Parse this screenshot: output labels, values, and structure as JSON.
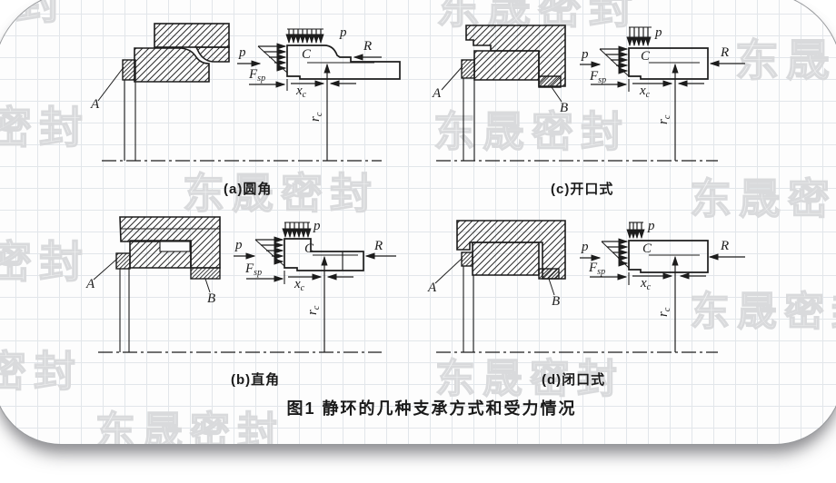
{
  "figure_caption": "图1 静环的几种支承方式和受力情况",
  "subfigures": [
    {
      "id": "a",
      "label": "(a)圆角"
    },
    {
      "id": "b",
      "label": "(b)直角"
    },
    {
      "id": "c",
      "label": "(c)开口式"
    },
    {
      "id": "d",
      "label": "(d)闭口式"
    }
  ],
  "symbols": {
    "pressure": "p",
    "reaction": "R",
    "centroid": "C",
    "support_a": "A",
    "support_b": "B",
    "spring_force_main": "F",
    "spring_force_sub": "sp",
    "x_dim_main": "x",
    "x_dim_sub": "c",
    "r_dim_main": "r",
    "r_dim_sub": "c"
  },
  "watermark": {
    "text": "东晟密封",
    "outline_color": "#d9dadc"
  },
  "colors": {
    "ink": "#1c1c1c",
    "grid_line": "#e2e6ea",
    "page_border": "#97999c"
  }
}
